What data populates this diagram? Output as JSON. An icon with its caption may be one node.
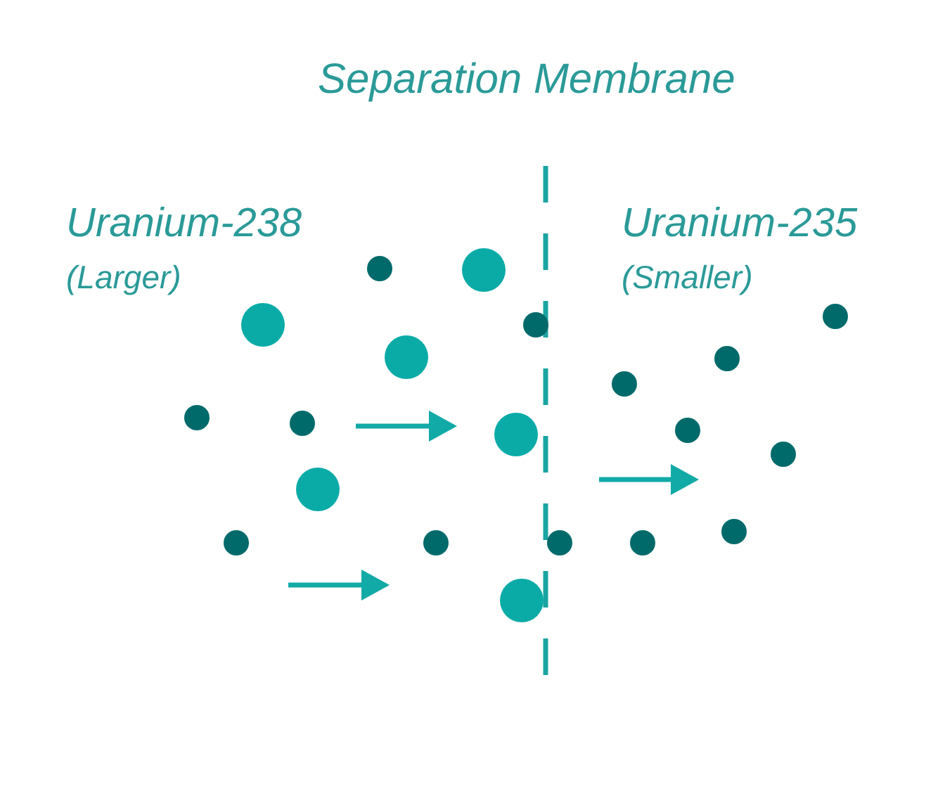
{
  "diagram": {
    "labels": [
      "Separation Membrane",
      "Uranium-238",
      "(Larger)",
      "Uranium-235",
      "(Smaller)"
    ]
  }
}
